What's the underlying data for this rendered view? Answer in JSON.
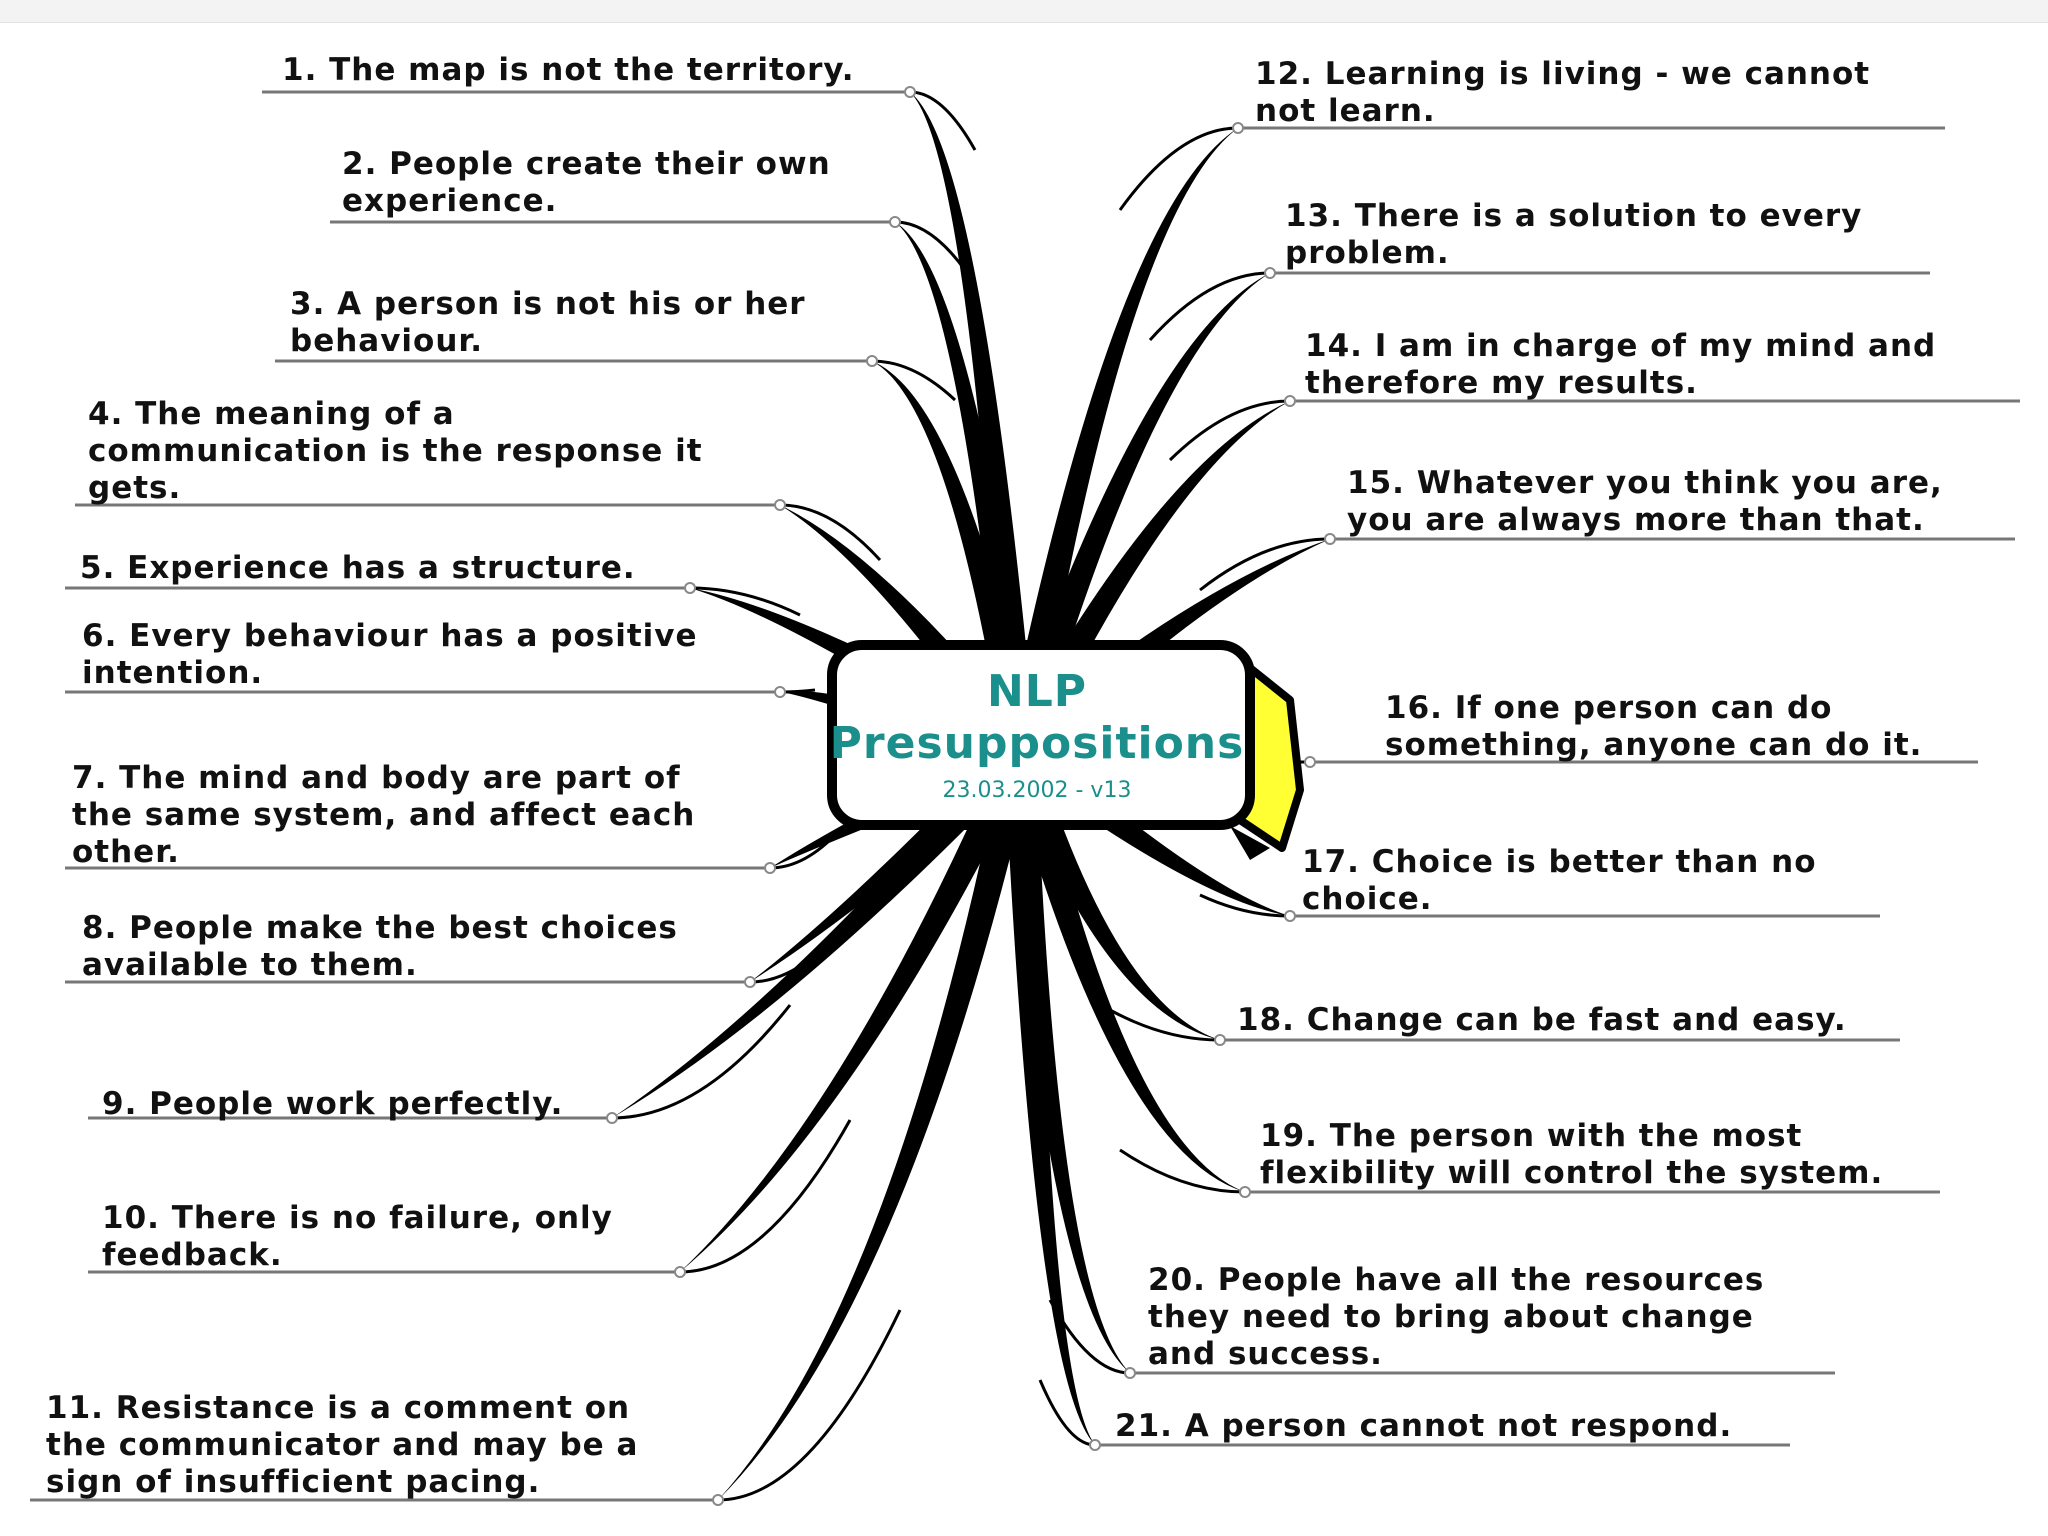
{
  "center": {
    "title_line1": "NLP",
    "title_line2": "Presuppositions",
    "subtitle": "23.03.2002 - v13",
    "title_color": "#1a8f8c",
    "box_accent": "#ffff33"
  },
  "branches": [
    {
      "id": 1,
      "side": "left",
      "lines": [
        "1. The map is not the territory."
      ]
    },
    {
      "id": 2,
      "side": "left",
      "lines": [
        "2. People create their own",
        "experience."
      ]
    },
    {
      "id": 3,
      "side": "left",
      "lines": [
        "3. A person is not his or her",
        "behaviour."
      ]
    },
    {
      "id": 4,
      "side": "left",
      "lines": [
        "4. The meaning of a",
        "communication is the response it",
        "gets."
      ]
    },
    {
      "id": 5,
      "side": "left",
      "lines": [
        "5. Experience has a structure."
      ]
    },
    {
      "id": 6,
      "side": "left",
      "lines": [
        "6. Every behaviour has a positive",
        "intention."
      ]
    },
    {
      "id": 7,
      "side": "left",
      "lines": [
        "7. The mind and body are part of",
        "the same system, and affect each",
        "other."
      ]
    },
    {
      "id": 8,
      "side": "left",
      "lines": [
        "8. People make the best choices",
        "available to them."
      ]
    },
    {
      "id": 9,
      "side": "left",
      "lines": [
        "9. People work perfectly."
      ]
    },
    {
      "id": 10,
      "side": "left",
      "lines": [
        "10. There is no failure, only",
        "feedback."
      ]
    },
    {
      "id": 11,
      "side": "left",
      "lines": [
        "11. Resistance is a comment on",
        "the communicator and may be a",
        "sign of insufficient pacing."
      ]
    },
    {
      "id": 12,
      "side": "right",
      "lines": [
        "12. Learning is living - we cannot",
        "not learn."
      ]
    },
    {
      "id": 13,
      "side": "right",
      "lines": [
        "13. There is a solution to every",
        "problem."
      ]
    },
    {
      "id": 14,
      "side": "right",
      "lines": [
        "14. I am in charge of my mind and",
        "therefore my results."
      ]
    },
    {
      "id": 15,
      "side": "right",
      "lines": [
        "15. Whatever you think you are,",
        "you are always more than that."
      ]
    },
    {
      "id": 16,
      "side": "right",
      "lines": [
        "16. If one person can do",
        "something, anyone can do it."
      ]
    },
    {
      "id": 17,
      "side": "right",
      "lines": [
        "17. Choice is better than no",
        "choice."
      ]
    },
    {
      "id": 18,
      "side": "right",
      "lines": [
        "18. Change can be fast and easy."
      ]
    },
    {
      "id": 19,
      "side": "right",
      "lines": [
        "19. The person with the most",
        "flexibility will control the system."
      ]
    },
    {
      "id": 20,
      "side": "right",
      "lines": [
        "20. People have all the resources",
        "they need to bring about change",
        "and success."
      ]
    },
    {
      "id": 21,
      "side": "right",
      "lines": [
        "21. A person cannot not respond."
      ]
    }
  ]
}
